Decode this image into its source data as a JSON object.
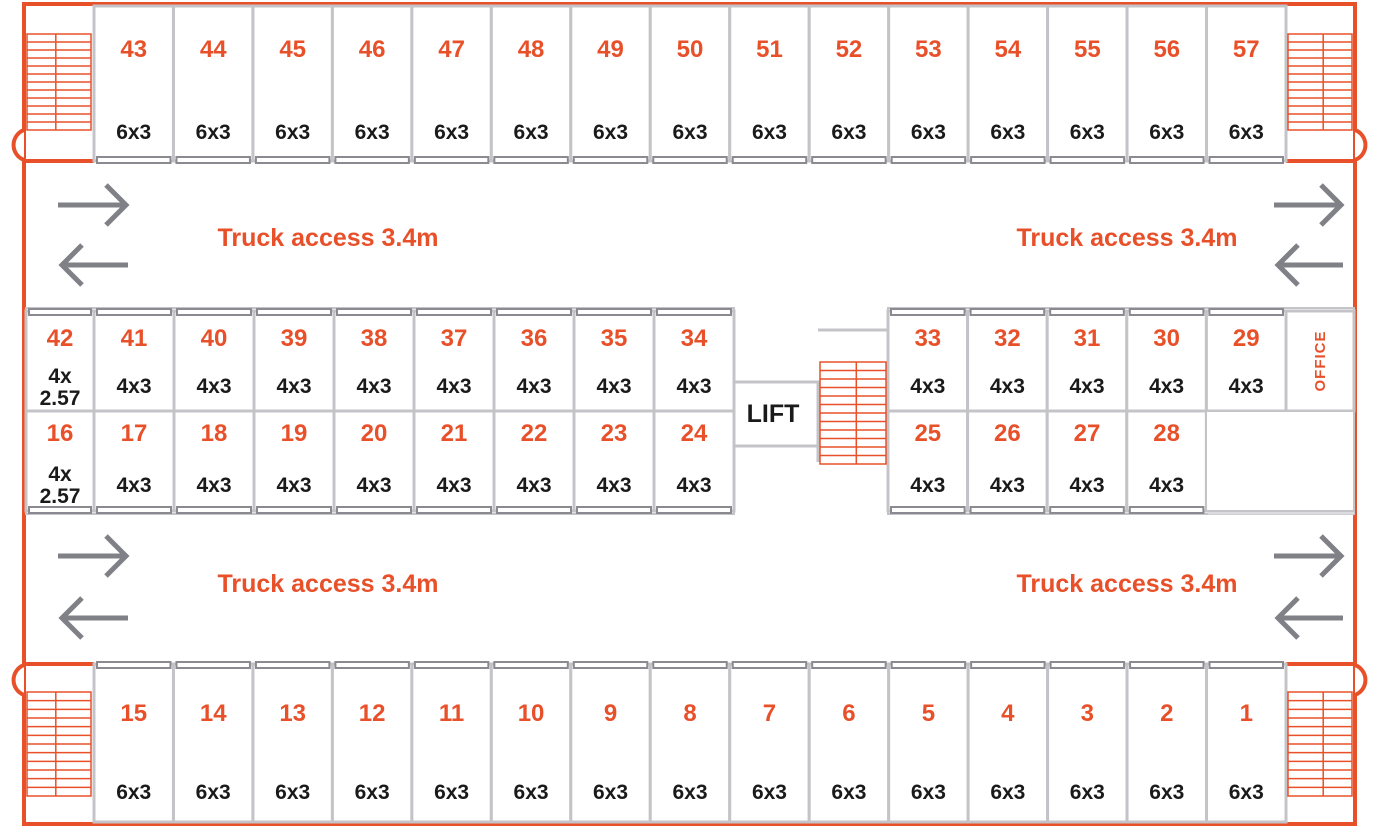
{
  "colors": {
    "accent": "#e8502a",
    "wall": "#e8502a",
    "unit_border": "#c4c4c8",
    "door": "#8a8a90",
    "arrow": "#808087",
    "text_dark": "#1a1a1a"
  },
  "top_row": [
    {
      "num": "43",
      "size": "6x3"
    },
    {
      "num": "44",
      "size": "6x3"
    },
    {
      "num": "45",
      "size": "6x3"
    },
    {
      "num": "46",
      "size": "6x3"
    },
    {
      "num": "47",
      "size": "6x3"
    },
    {
      "num": "48",
      "size": "6x3"
    },
    {
      "num": "49",
      "size": "6x3"
    },
    {
      "num": "50",
      "size": "6x3"
    },
    {
      "num": "51",
      "size": "6x3"
    },
    {
      "num": "52",
      "size": "6x3"
    },
    {
      "num": "53",
      "size": "6x3"
    },
    {
      "num": "54",
      "size": "6x3"
    },
    {
      "num": "55",
      "size": "6x3"
    },
    {
      "num": "56",
      "size": "6x3"
    },
    {
      "num": "57",
      "size": "6x3"
    }
  ],
  "bottom_row": [
    {
      "num": "15",
      "size": "6x3"
    },
    {
      "num": "14",
      "size": "6x3"
    },
    {
      "num": "13",
      "size": "6x3"
    },
    {
      "num": "12",
      "size": "6x3"
    },
    {
      "num": "11",
      "size": "6x3"
    },
    {
      "num": "10",
      "size": "6x3"
    },
    {
      "num": "9",
      "size": "6x3"
    },
    {
      "num": "8",
      "size": "6x3"
    },
    {
      "num": "7",
      "size": "6x3"
    },
    {
      "num": "6",
      "size": "6x3"
    },
    {
      "num": "5",
      "size": "6x3"
    },
    {
      "num": "4",
      "size": "6x3"
    },
    {
      "num": "3",
      "size": "6x3"
    },
    {
      "num": "2",
      "size": "6x3"
    },
    {
      "num": "1",
      "size": "6x3"
    }
  ],
  "middle_left_upper": [
    {
      "num": "42",
      "size": [
        "4x",
        "2.57"
      ]
    },
    {
      "num": "41",
      "size": "4x3"
    },
    {
      "num": "40",
      "size": "4x3"
    },
    {
      "num": "39",
      "size": "4x3"
    },
    {
      "num": "38",
      "size": "4x3"
    },
    {
      "num": "37",
      "size": "4x3"
    },
    {
      "num": "36",
      "size": "4x3"
    },
    {
      "num": "35",
      "size": "4x3"
    },
    {
      "num": "34",
      "size": "4x3"
    }
  ],
  "middle_left_lower": [
    {
      "num": "16",
      "size": [
        "4x",
        "2.57"
      ]
    },
    {
      "num": "17",
      "size": "4x3"
    },
    {
      "num": "18",
      "size": "4x3"
    },
    {
      "num": "19",
      "size": "4x3"
    },
    {
      "num": "20",
      "size": "4x3"
    },
    {
      "num": "21",
      "size": "4x3"
    },
    {
      "num": "22",
      "size": "4x3"
    },
    {
      "num": "23",
      "size": "4x3"
    },
    {
      "num": "24",
      "size": "4x3"
    }
  ],
  "middle_right_upper": [
    {
      "num": "33",
      "size": "4x3"
    },
    {
      "num": "32",
      "size": "4x3"
    },
    {
      "num": "31",
      "size": "4x3"
    },
    {
      "num": "30",
      "size": "4x3"
    },
    {
      "num": "29",
      "size": "4x3"
    }
  ],
  "middle_right_lower": [
    {
      "num": "25",
      "size": "4x3"
    },
    {
      "num": "26",
      "size": "4x3"
    },
    {
      "num": "27",
      "size": "4x3"
    },
    {
      "num": "28",
      "size": "4x3"
    }
  ],
  "office_label": "OFFICE",
  "lift_label": "LIFT",
  "access_labels": {
    "top_left": "Truck access 3.4m",
    "top_right": "Truck access 3.4m",
    "bottom_left": "Truck access 3.4m",
    "bottom_right": "Truck access 3.4m"
  },
  "arrow_icons": [
    "right-arrow-icon",
    "left-arrow-icon"
  ],
  "stair_icon": "staircase-icon"
}
